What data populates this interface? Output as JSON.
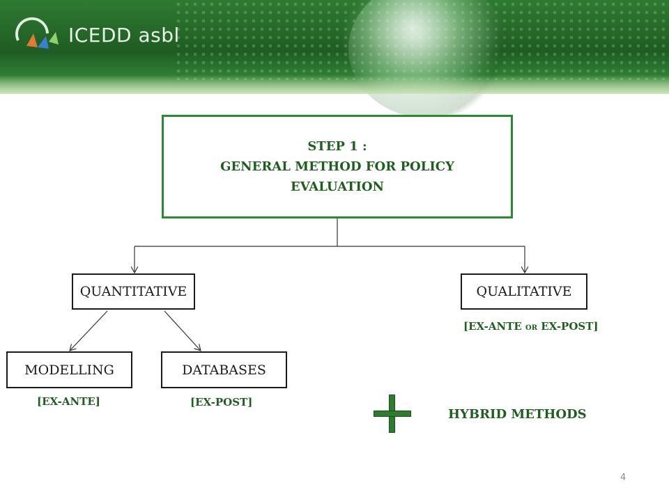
{
  "header": {
    "logo_text": "ICEDD asbl"
  },
  "step": {
    "line1": "STEP 1 :",
    "line2": "GENERAL METHOD FOR POLICY",
    "line3": "EVALUATION"
  },
  "nodes": {
    "quantitative": "QUANTITATIVE",
    "qualitative": "QUALITATIVE",
    "modelling": "MODELLING",
    "databases": "DATABASES"
  },
  "notes": {
    "qualitative_part1": "[EX-ANTE ",
    "qualitative_or": "OR",
    "qualitative_part2": " EX-POST]",
    "modelling": "[EX-ANTE]",
    "databases": "[EX-POST]"
  },
  "hybrid": "HYBRID METHODS",
  "page_number": "4",
  "colors": {
    "accent_green": "#2b8a2f",
    "text_green": "#1e5e1e"
  }
}
